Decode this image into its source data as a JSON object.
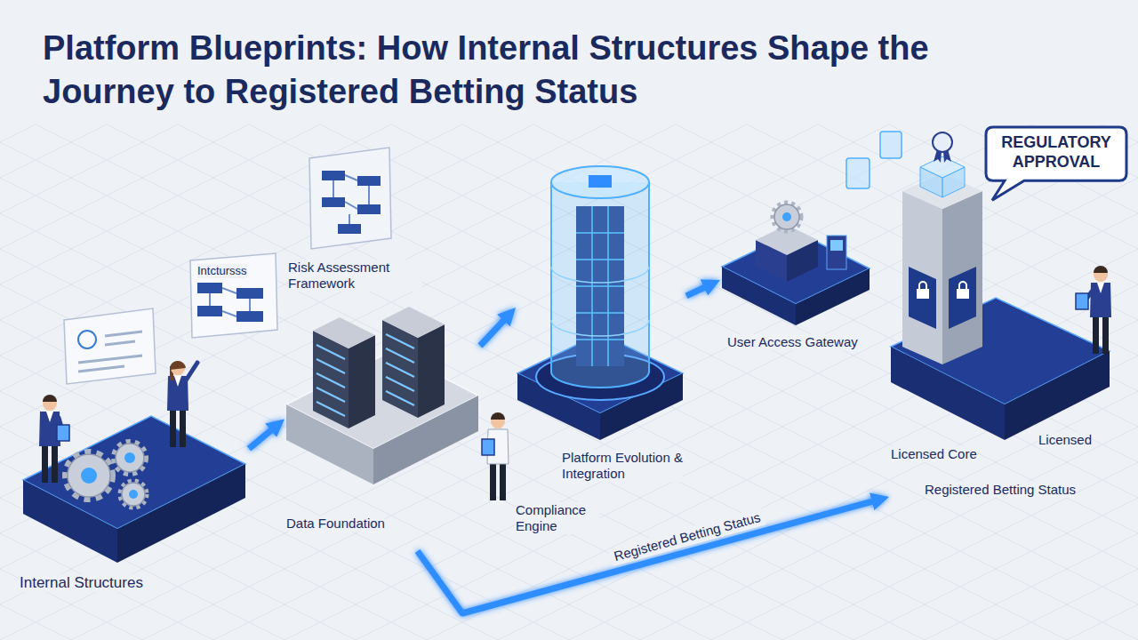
{
  "diagram": {
    "title": "Platform Blueprints: How Internal Structures Shape the Journey to Registered Betting Status",
    "nodes": [
      {
        "text": [
          "Intctursss"
        ]
      },
      {
        "text": [
          "Internal Structures"
        ]
      },
      {
        "text": [
          "Risk Assessment Framework",
          "Data Foundation"
        ]
      },
      {
        "text": [
          "Compliance Engine",
          "Platform Evolution & Integration"
        ]
      },
      {
        "text": [
          "User Access Gateway"
        ]
      },
      {
        "text": [
          "Licensed Core",
          "Licensed",
          "Registered Betting Status"
        ]
      },
      {
        "text": [
          "REGULATORY APPROVAL"
        ]
      }
    ],
    "edges": [
      {
        "from": 1,
        "to": 2,
        "arrow": "to"
      },
      {
        "from": 2,
        "to": 3,
        "arrow": "to"
      },
      {
        "from": 3,
        "to": 4,
        "arrow": "to"
      },
      {
        "from": 2,
        "to": 5,
        "label": "Registered Betting Status",
        "arrow": "to"
      }
    ]
  }
}
